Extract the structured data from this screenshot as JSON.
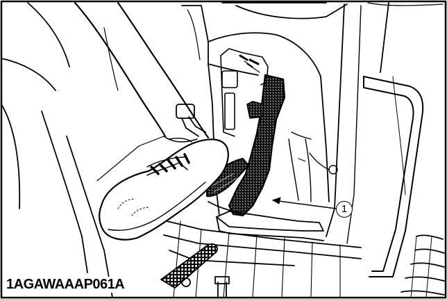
{
  "figure": {
    "code": "1AGAWAAAP061A",
    "callouts": [
      {
        "number": "1",
        "target": "pedal"
      }
    ],
    "colors": {
      "ink": "#000000",
      "paper": "#ffffff",
      "pedal_fill": "#6a6a6a"
    }
  }
}
